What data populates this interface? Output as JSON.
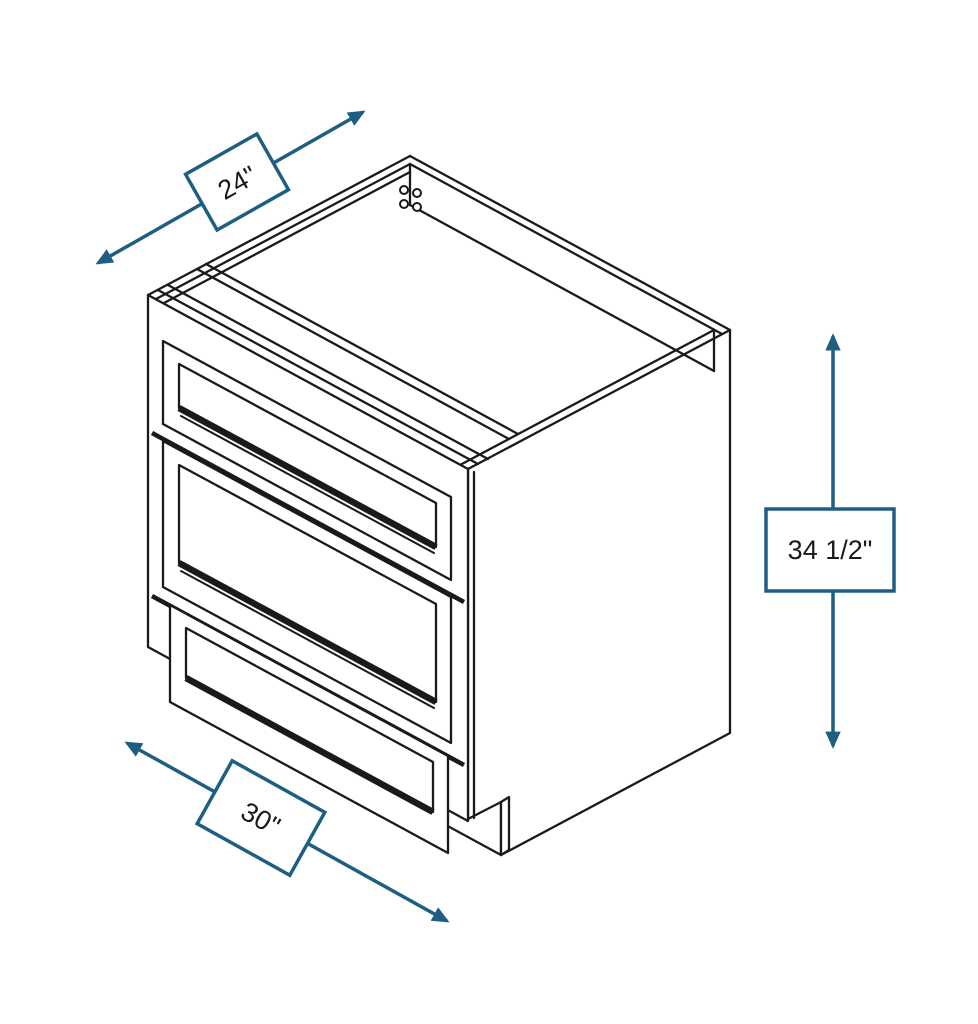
{
  "diagram": {
    "title": "3 Drawer Base Cabinet Isometric Line Drawing",
    "drawer_count": 3,
    "features": [
      "open top box",
      "back rail with screw holes",
      "three shaker drawer fronts",
      "recessed toe kick"
    ]
  },
  "dimensions": {
    "depth": {
      "label": "24\""
    },
    "width": {
      "label": "30\""
    },
    "height": {
      "label": "34 1/2\""
    }
  },
  "colors": {
    "dimension_accent": "#1e5e83",
    "line_art": "#1a1a1a",
    "background": "#ffffff"
  }
}
